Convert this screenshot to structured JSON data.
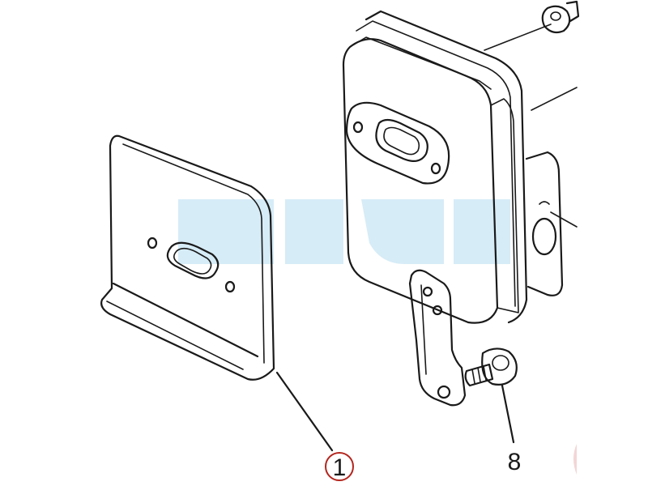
{
  "colors": {
    "line": "#1a1a1a",
    "callout_circle": "#b3261e",
    "watermark": "#d6ecf7",
    "edge_fragment": "#f3d6d6"
  },
  "callouts": [
    {
      "label": "1",
      "circled": true,
      "part": "heat-shield-gasket"
    },
    {
      "label": "8",
      "circled": false,
      "part": "bolt"
    }
  ]
}
